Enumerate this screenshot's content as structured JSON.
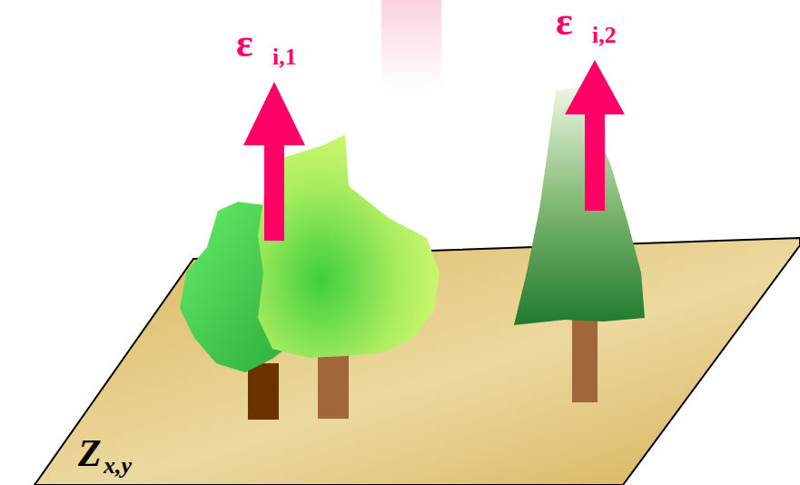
{
  "diagram": {
    "labels": [
      "ε",
      "i,1",
      "ε",
      "i,2",
      "Z",
      "x,y"
    ]
  }
}
